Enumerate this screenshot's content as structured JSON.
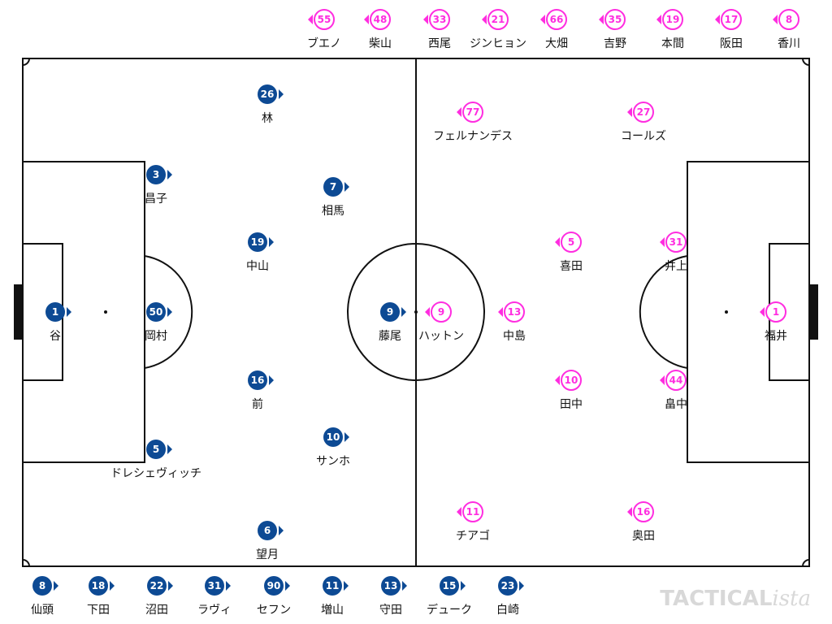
{
  "team_colors": {
    "home": "#0d4a94",
    "away": "#ff2de0"
  },
  "home_starters": [
    {
      "num": "1",
      "name": "谷"
    },
    {
      "num": "50",
      "name": "岡村"
    },
    {
      "num": "3",
      "name": "昌子"
    },
    {
      "num": "5",
      "name": "ドレシェヴィッチ"
    },
    {
      "num": "26",
      "name": "林"
    },
    {
      "num": "19",
      "name": "中山"
    },
    {
      "num": "16",
      "name": "前"
    },
    {
      "num": "6",
      "name": "望月"
    },
    {
      "num": "7",
      "name": "相馬"
    },
    {
      "num": "10",
      "name": "サンホ"
    },
    {
      "num": "9",
      "name": "藤尾"
    }
  ],
  "away_starters": [
    {
      "num": "1",
      "name": "福井"
    },
    {
      "num": "31",
      "name": "井上"
    },
    {
      "num": "44",
      "name": "畠中"
    },
    {
      "num": "5",
      "name": "喜田"
    },
    {
      "num": "10",
      "name": "田中"
    },
    {
      "num": "27",
      "name": "コールズ"
    },
    {
      "num": "16",
      "name": "奥田"
    },
    {
      "num": "77",
      "name": "フェルナンデス"
    },
    {
      "num": "11",
      "name": "チアゴ"
    },
    {
      "num": "13",
      "name": "中島"
    },
    {
      "num": "9",
      "name": "ハットン"
    }
  ],
  "home_subs": [
    {
      "num": "8",
      "name": "仙頭"
    },
    {
      "num": "18",
      "name": "下田"
    },
    {
      "num": "22",
      "name": "沼田"
    },
    {
      "num": "31",
      "name": "ラヴィ"
    },
    {
      "num": "90",
      "name": "セフン"
    },
    {
      "num": "11",
      "name": "増山"
    },
    {
      "num": "13",
      "name": "守田"
    },
    {
      "num": "15",
      "name": "デューク"
    },
    {
      "num": "23",
      "name": "白崎"
    }
  ],
  "away_subs": [
    {
      "num": "55",
      "name": "ブエノ"
    },
    {
      "num": "48",
      "name": "柴山"
    },
    {
      "num": "33",
      "name": "西尾"
    },
    {
      "num": "21",
      "name": "ジンヒョン"
    },
    {
      "num": "66",
      "name": "大畑"
    },
    {
      "num": "35",
      "name": "吉野"
    },
    {
      "num": "19",
      "name": "本間"
    },
    {
      "num": "17",
      "name": "阪田"
    },
    {
      "num": "8",
      "name": "香川"
    }
  ],
  "watermark": {
    "main": "TACTICAL",
    "italic": "ista"
  }
}
